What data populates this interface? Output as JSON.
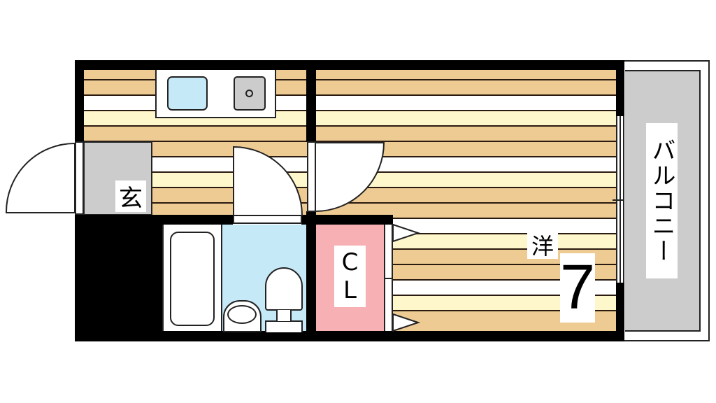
{
  "floorplan": {
    "rooms": {
      "entrance": {
        "label": "玄",
        "fill": "#cccccc"
      },
      "western_room": {
        "label": "洋",
        "size_jo": "7",
        "fill": "#eecb93"
      },
      "closet": {
        "label_line1": "C",
        "label_line2": "L",
        "fill": "#f7b0b3"
      },
      "bathroom": {
        "fill": "#c6e9f8"
      },
      "balcony": {
        "label": "バルコニー",
        "fill": "#cccccc"
      }
    },
    "colors": {
      "wall": "#000000",
      "floor_tan": "#eecb93",
      "floor_cream": "#fff7cc",
      "floor_white": "#ffffff",
      "sink": "#c6e9f8",
      "stove": "#cccccc"
    },
    "stripe_pattern": [
      "tan",
      "tan",
      "white",
      "cream",
      "tan",
      "tan",
      "tan",
      "white",
      "cream",
      "tan",
      "tan",
      "tan",
      "white",
      "cream",
      "tan",
      "tan",
      "tan"
    ]
  }
}
